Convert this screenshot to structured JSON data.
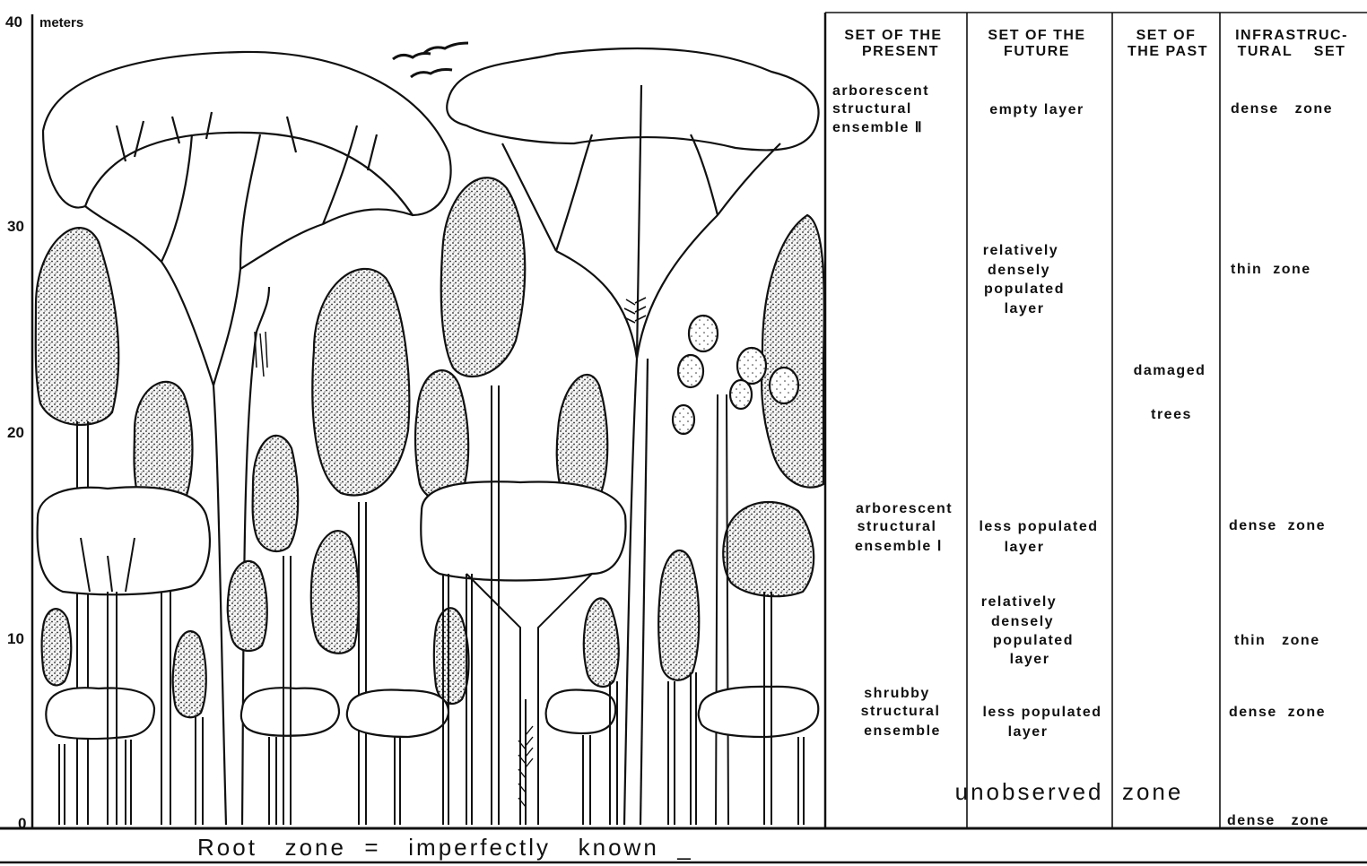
{
  "axis": {
    "unit": "meters",
    "ticks": [
      "40",
      "30",
      "20",
      "10",
      "0"
    ]
  },
  "table": {
    "headers": [
      [
        "SET OF THE",
        "PRESENT"
      ],
      [
        "SET OF THE",
        "FUTURE"
      ],
      [
        "SET OF",
        "THE PAST"
      ],
      [
        "INFRASTRUC-",
        "TURAL    SET"
      ]
    ],
    "present": {
      "ensemble_2": [
        "arborescent",
        "structural",
        "ensemble Ⅱ"
      ],
      "ensemble_1": [
        "arborescent",
        "structural",
        "ensemble Ⅰ"
      ],
      "shrubby": [
        "shrubby",
        "structural",
        "ensemble"
      ]
    },
    "future": {
      "empty": [
        "empty layer"
      ],
      "dense_upper": [
        "relatively",
        "densely",
        "populated",
        "layer"
      ],
      "less_upper": [
        "less populated",
        "layer"
      ],
      "dense_lower": [
        "relatively",
        "densely",
        "populated",
        "layer"
      ],
      "less_lower": [
        "less populated",
        "layer"
      ]
    },
    "past": {
      "damaged_1": "damaged",
      "damaged_2": "trees"
    },
    "infra": {
      "z1": "dense   zone",
      "z2": "thin  zone",
      "z3": "dense  zone",
      "z4": "thin   zone",
      "z5": "dense  zone",
      "z6": "dense   zone"
    },
    "unobserved": "unobserved  zone"
  },
  "footer": {
    "text": "Root   zone  =   imperfectly   known  _"
  }
}
